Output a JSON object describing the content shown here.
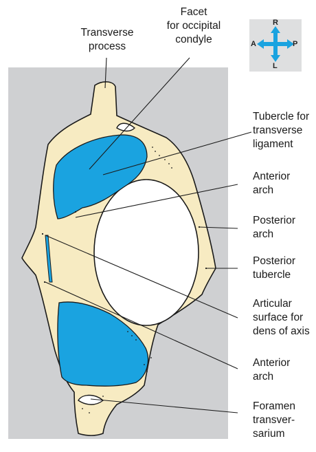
{
  "labels": {
    "transverse_process": "Transverse\nprocess",
    "facet_occipital": "Facet\nfor occipital\ncondyle",
    "tubercle_transverse": "Tubercle for\ntransverse\nligament",
    "anterior_arch_top": "Anterior\narch",
    "posterior_arch": "Posterior\narch",
    "posterior_tubercle": "Posterior\ntubercle",
    "articular_surface": "Articular\nsurface for\ndens of axis",
    "anterior_arch_bottom": "Anterior\narch",
    "foramen": "Foramen\ntransver-\nsarium"
  },
  "compass": {
    "top": "R",
    "bottom": "L",
    "left": "A",
    "right": "P"
  },
  "colors": {
    "bone": "#f7ebc2",
    "facet": "#1aa3e0",
    "panel": "#cfd0d2",
    "outline": "#1a1a1a"
  }
}
